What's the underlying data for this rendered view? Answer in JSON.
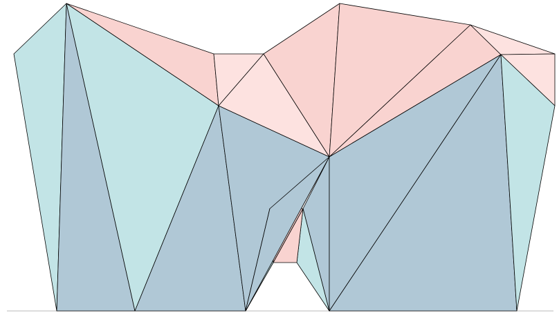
{
  "figure": {
    "kind": "triangulated polygon",
    "background": "#ffffff",
    "edge_color": "#000000",
    "baseline_color": "#c8c8c8"
  },
  "fills": {
    "teal": "#c2e4e6",
    "slate": "#b0c8d6",
    "pink": "#f9d3d0",
    "light_pink": "#fde2e0"
  },
  "triangles": [
    {
      "id": "t1",
      "fill": "teal"
    },
    {
      "id": "t2",
      "fill": "slate"
    },
    {
      "id": "t3",
      "fill": "teal"
    },
    {
      "id": "t4",
      "fill": "pink"
    },
    {
      "id": "t5",
      "fill": "pink"
    },
    {
      "id": "t6",
      "fill": "slate"
    },
    {
      "id": "t7",
      "fill": "slate"
    },
    {
      "id": "t8",
      "fill": "light_pink"
    },
    {
      "id": "t9",
      "fill": "light_pink"
    },
    {
      "id": "t10",
      "fill": "slate"
    },
    {
      "id": "t11",
      "fill": "pink"
    },
    {
      "id": "t12",
      "fill": "pink"
    },
    {
      "id": "t13",
      "fill": "pink"
    },
    {
      "id": "t14",
      "fill": "light_pink"
    },
    {
      "id": "t15",
      "fill": "light_pink"
    },
    {
      "id": "t16",
      "fill": "slate"
    },
    {
      "id": "t17",
      "fill": "slate"
    },
    {
      "id": "t18",
      "fill": "teal"
    },
    {
      "id": "t19",
      "fill": "teal"
    },
    {
      "id": "t20",
      "fill": "teal"
    },
    {
      "id": "t21",
      "fill": "pink"
    },
    {
      "id": "t22",
      "fill": "pink"
    },
    {
      "id": "t23",
      "fill": "teal"
    },
    {
      "id": "t24",
      "fill": "slate"
    }
  ]
}
